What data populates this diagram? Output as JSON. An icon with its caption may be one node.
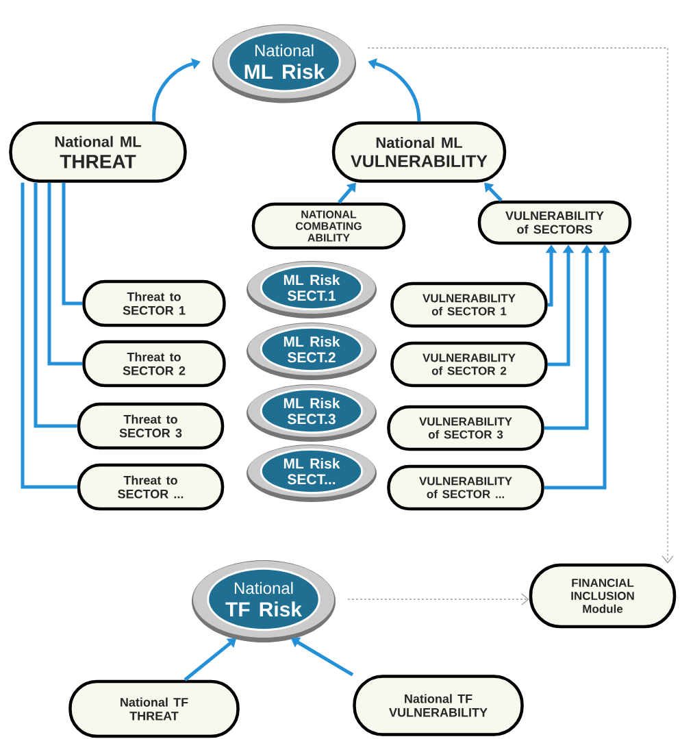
{
  "diagram": {
    "nodes": [
      {
        "text": [
          "National",
          "ML Risk"
        ]
      },
      {
        "text": [
          "National ML",
          "THREAT"
        ]
      },
      {
        "text": [
          "National ML",
          "VULNERABILITY"
        ]
      },
      {
        "text": [
          "NATIONAL COMBATING ABILITY"
        ]
      },
      {
        "text": [
          "VULNERABILITY of SECTORS"
        ]
      },
      {
        "text": [
          "Threat to SECTOR 1"
        ]
      },
      {
        "text": [
          "ML Risk SECT.1"
        ]
      },
      {
        "text": [
          "VULNERABILITY of SECTOR 1"
        ]
      },
      {
        "text": [
          "Threat to SECTOR 2"
        ]
      },
      {
        "text": [
          "ML Risk SECT.2"
        ]
      },
      {
        "text": [
          "VULNERABILITY of SECTOR 2"
        ]
      },
      {
        "text": [
          "Threat to SECTOR 3"
        ]
      },
      {
        "text": [
          "ML Risk SECT.3"
        ]
      },
      {
        "text": [
          "VULNERABILITY of SECTOR 3"
        ]
      },
      {
        "text": [
          "Threat to SECTOR ..."
        ]
      },
      {
        "text": [
          "ML Risk SECT..."
        ]
      },
      {
        "text": [
          "VULNERABILITY of SECTOR ..."
        ]
      },
      {
        "text": [
          "National",
          "TF Risk"
        ]
      },
      {
        "text": [
          "FINANCIAL INCLUSION Module"
        ]
      },
      {
        "text": [
          "National TF THREAT"
        ]
      },
      {
        "text": [
          "National TF VULNERABILITY"
        ]
      }
    ],
    "edges": [
      {
        "from": 1,
        "to": 0,
        "arrow": "to"
      },
      {
        "from": 2,
        "to": 0,
        "arrow": "to"
      },
      {
        "from": 3,
        "to": 2,
        "arrow": "to"
      },
      {
        "from": 4,
        "to": 2,
        "arrow": "to"
      },
      {
        "from": 1,
        "to": 5,
        "arrow": "none"
      },
      {
        "from": 1,
        "to": 8,
        "arrow": "none"
      },
      {
        "from": 1,
        "to": 11,
        "arrow": "none"
      },
      {
        "from": 1,
        "to": 14,
        "arrow": "none"
      },
      {
        "from": 7,
        "to": 4,
        "arrow": "to"
      },
      {
        "from": 10,
        "to": 4,
        "arrow": "to"
      },
      {
        "from": 13,
        "to": 4,
        "arrow": "to"
      },
      {
        "from": 16,
        "to": 4,
        "arrow": "to"
      },
      {
        "from": 0,
        "to": 18,
        "arrow": "to",
        "style": "dashed",
        "color": "#999999"
      },
      {
        "from": 17,
        "to": 18,
        "arrow": "to",
        "style": "dashed",
        "color": "#999999"
      },
      {
        "from": 19,
        "to": 17,
        "arrow": "to"
      },
      {
        "from": 20,
        "to": 17,
        "arrow": "to"
      }
    ]
  }
}
